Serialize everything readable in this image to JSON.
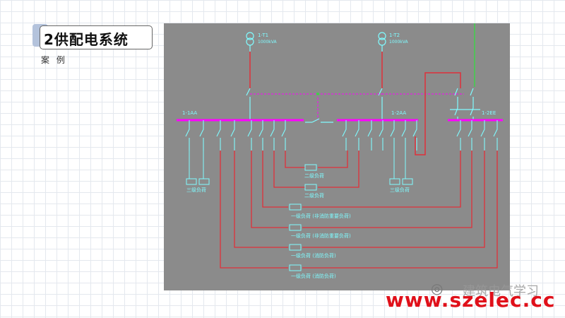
{
  "slide": {
    "title": "2供配电系统",
    "subtitle": "案 例"
  },
  "diagram": {
    "transformers": [
      {
        "name": "1-T1",
        "rating": "1000kVA"
      },
      {
        "name": "1-T2",
        "rating": "1000kVA"
      }
    ],
    "buses": [
      {
        "name": "1-1AA"
      },
      {
        "name": "1-2AA"
      },
      {
        "name": "1-2EE"
      }
    ],
    "loads": [
      {
        "label": "三级负荷"
      },
      {
        "label": "二级负荷"
      },
      {
        "label": "二级负荷"
      },
      {
        "label": "三级负荷"
      },
      {
        "label": "一级负荷  (非消防重要负荷)"
      },
      {
        "label": "一级负荷  (非消防重要负荷)"
      },
      {
        "label": "一级负荷  (消防负荷)"
      },
      {
        "label": "一级负荷  (消防负荷)"
      }
    ],
    "colors": {
      "background": "#8b8b8b",
      "feeder": "#7ffbff",
      "bus": "#ff00ff",
      "wire": "#e0303a",
      "green": "#3fd04a"
    }
  },
  "watermark": {
    "text": "建筑电气学习",
    "url": "www.szelec.cc"
  }
}
